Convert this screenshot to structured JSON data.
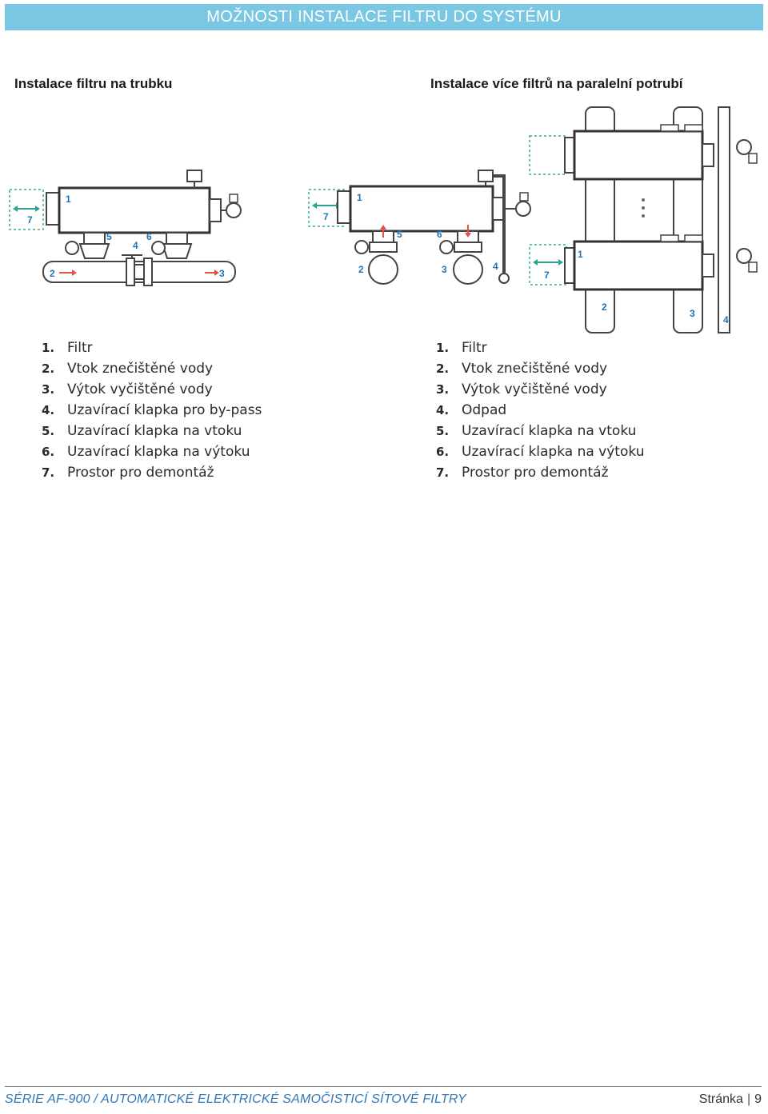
{
  "header": {
    "title": "MOŽNOSTI INSTALACE FILTRU DO SYSTÉMU"
  },
  "left": {
    "title": "Instalace filtru na trubku",
    "callouts": {
      "filter": "1",
      "inlet": "2",
      "outlet": "3",
      "bypass": "4",
      "valve_in": "5",
      "valve_out": "6",
      "space": "7"
    },
    "legend": [
      {
        "num": "1.",
        "text": "Filtr"
      },
      {
        "num": "2.",
        "text": "Vtok znečištěné vody"
      },
      {
        "num": "3.",
        "text": "Výtok vyčištěné vody"
      },
      {
        "num": "4.",
        "text": "Uzavírací klapka pro by-pass"
      },
      {
        "num": "5.",
        "text": "Uzavírací klapka na vtoku"
      },
      {
        "num": "6.",
        "text": "Uzavírací klapka na výtoku"
      },
      {
        "num": "7.",
        "text": "Prostor pro demontáž"
      }
    ]
  },
  "right": {
    "title": "Instalace více filtrů na paralelní potrubí",
    "callouts": {
      "filter": "1",
      "inlet": "2",
      "outlet": "3",
      "drain": "4",
      "valve_in": "5",
      "valve_out": "6",
      "space": "7"
    },
    "legend": [
      {
        "num": "1.",
        "text": "Filtr"
      },
      {
        "num": "2.",
        "text": "Vtok znečištěné vody"
      },
      {
        "num": "3.",
        "text": "Výtok vyčištěné vody"
      },
      {
        "num": "4.",
        "text": "Odpad"
      },
      {
        "num": "5.",
        "text": "Uzavírací klapka na vtoku"
      },
      {
        "num": "6.",
        "text": "Uzavírací klapka na výtoku"
      },
      {
        "num": "7.",
        "text": "Prostor pro demontáž"
      }
    ]
  },
  "footer": {
    "series": "SÉRIE AF-900 / AUTOMATICKÉ ELEKTRICKÉ SAMOČISTICÍ SÍTOVÉ FILTRY",
    "page_label": "Stránka",
    "page_number": "9"
  },
  "colors": {
    "header_bg": "#7ac7e3",
    "callout": "#1e73b8",
    "arrow_red": "#e0524a",
    "arrow_teal": "#2aa58e",
    "footer_text": "#2f78b7"
  }
}
